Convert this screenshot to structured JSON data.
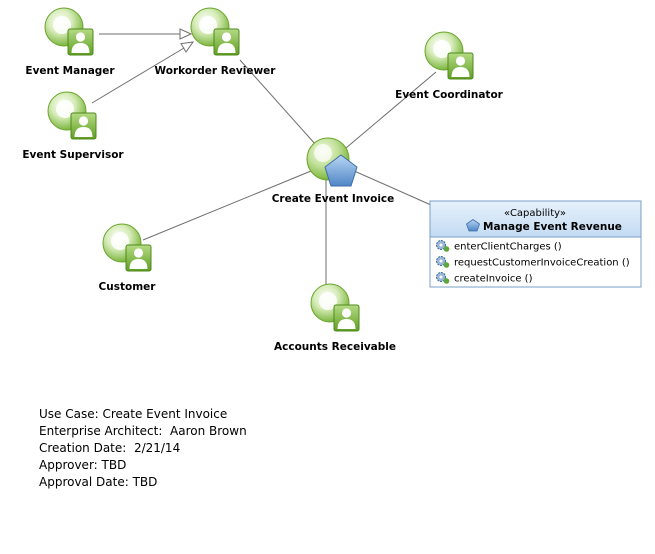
{
  "actors": [
    {
      "id": "event-manager",
      "label": "Event Manager"
    },
    {
      "id": "workorder-reviewer",
      "label": "Workorder Reviewer"
    },
    {
      "id": "event-supervisor",
      "label": "Event Supervisor"
    },
    {
      "id": "event-coordinator",
      "label": "Event Coordinator"
    },
    {
      "id": "customer",
      "label": "Customer"
    },
    {
      "id": "accounts-receivable",
      "label": "Accounts Receivable"
    }
  ],
  "use_case": {
    "label": "Create Event Invoice"
  },
  "capability": {
    "stereotype": "«Capability»",
    "title": "Manage Event Revenue",
    "operations": [
      "enterClientCharges ()",
      "requestCustomerInvoiceCreation ()",
      "createInvoice ()"
    ]
  },
  "relationships": [
    {
      "from": "event-manager",
      "to": "workorder-reviewer",
      "kind": "generalization"
    },
    {
      "from": "event-supervisor",
      "to": "workorder-reviewer",
      "kind": "generalization"
    },
    {
      "from": "workorder-reviewer",
      "to": "use-case",
      "kind": "association"
    },
    {
      "from": "event-coordinator",
      "to": "use-case",
      "kind": "association"
    },
    {
      "from": "customer",
      "to": "use-case",
      "kind": "association"
    },
    {
      "from": "accounts-receivable",
      "to": "use-case",
      "kind": "association"
    },
    {
      "from": "use-case",
      "to": "capability",
      "kind": "association"
    }
  ],
  "info": {
    "use_case": "Use Case: Create Event Invoice",
    "architect": "Enterprise Architect:  Aaron Brown",
    "creation_date": "Creation Date:  2/21/14",
    "approver": "Approver: TBD",
    "approval_date": "Approval Date: TBD"
  },
  "colors": {
    "actor_green": "#7dbb3c",
    "use_case_green": "#8cc24e",
    "capability_header": "#cfe3f6",
    "capability_border": "#7a9fc7",
    "pentagon_blue": "#6f9fd6",
    "line": "#6e6e6e"
  }
}
